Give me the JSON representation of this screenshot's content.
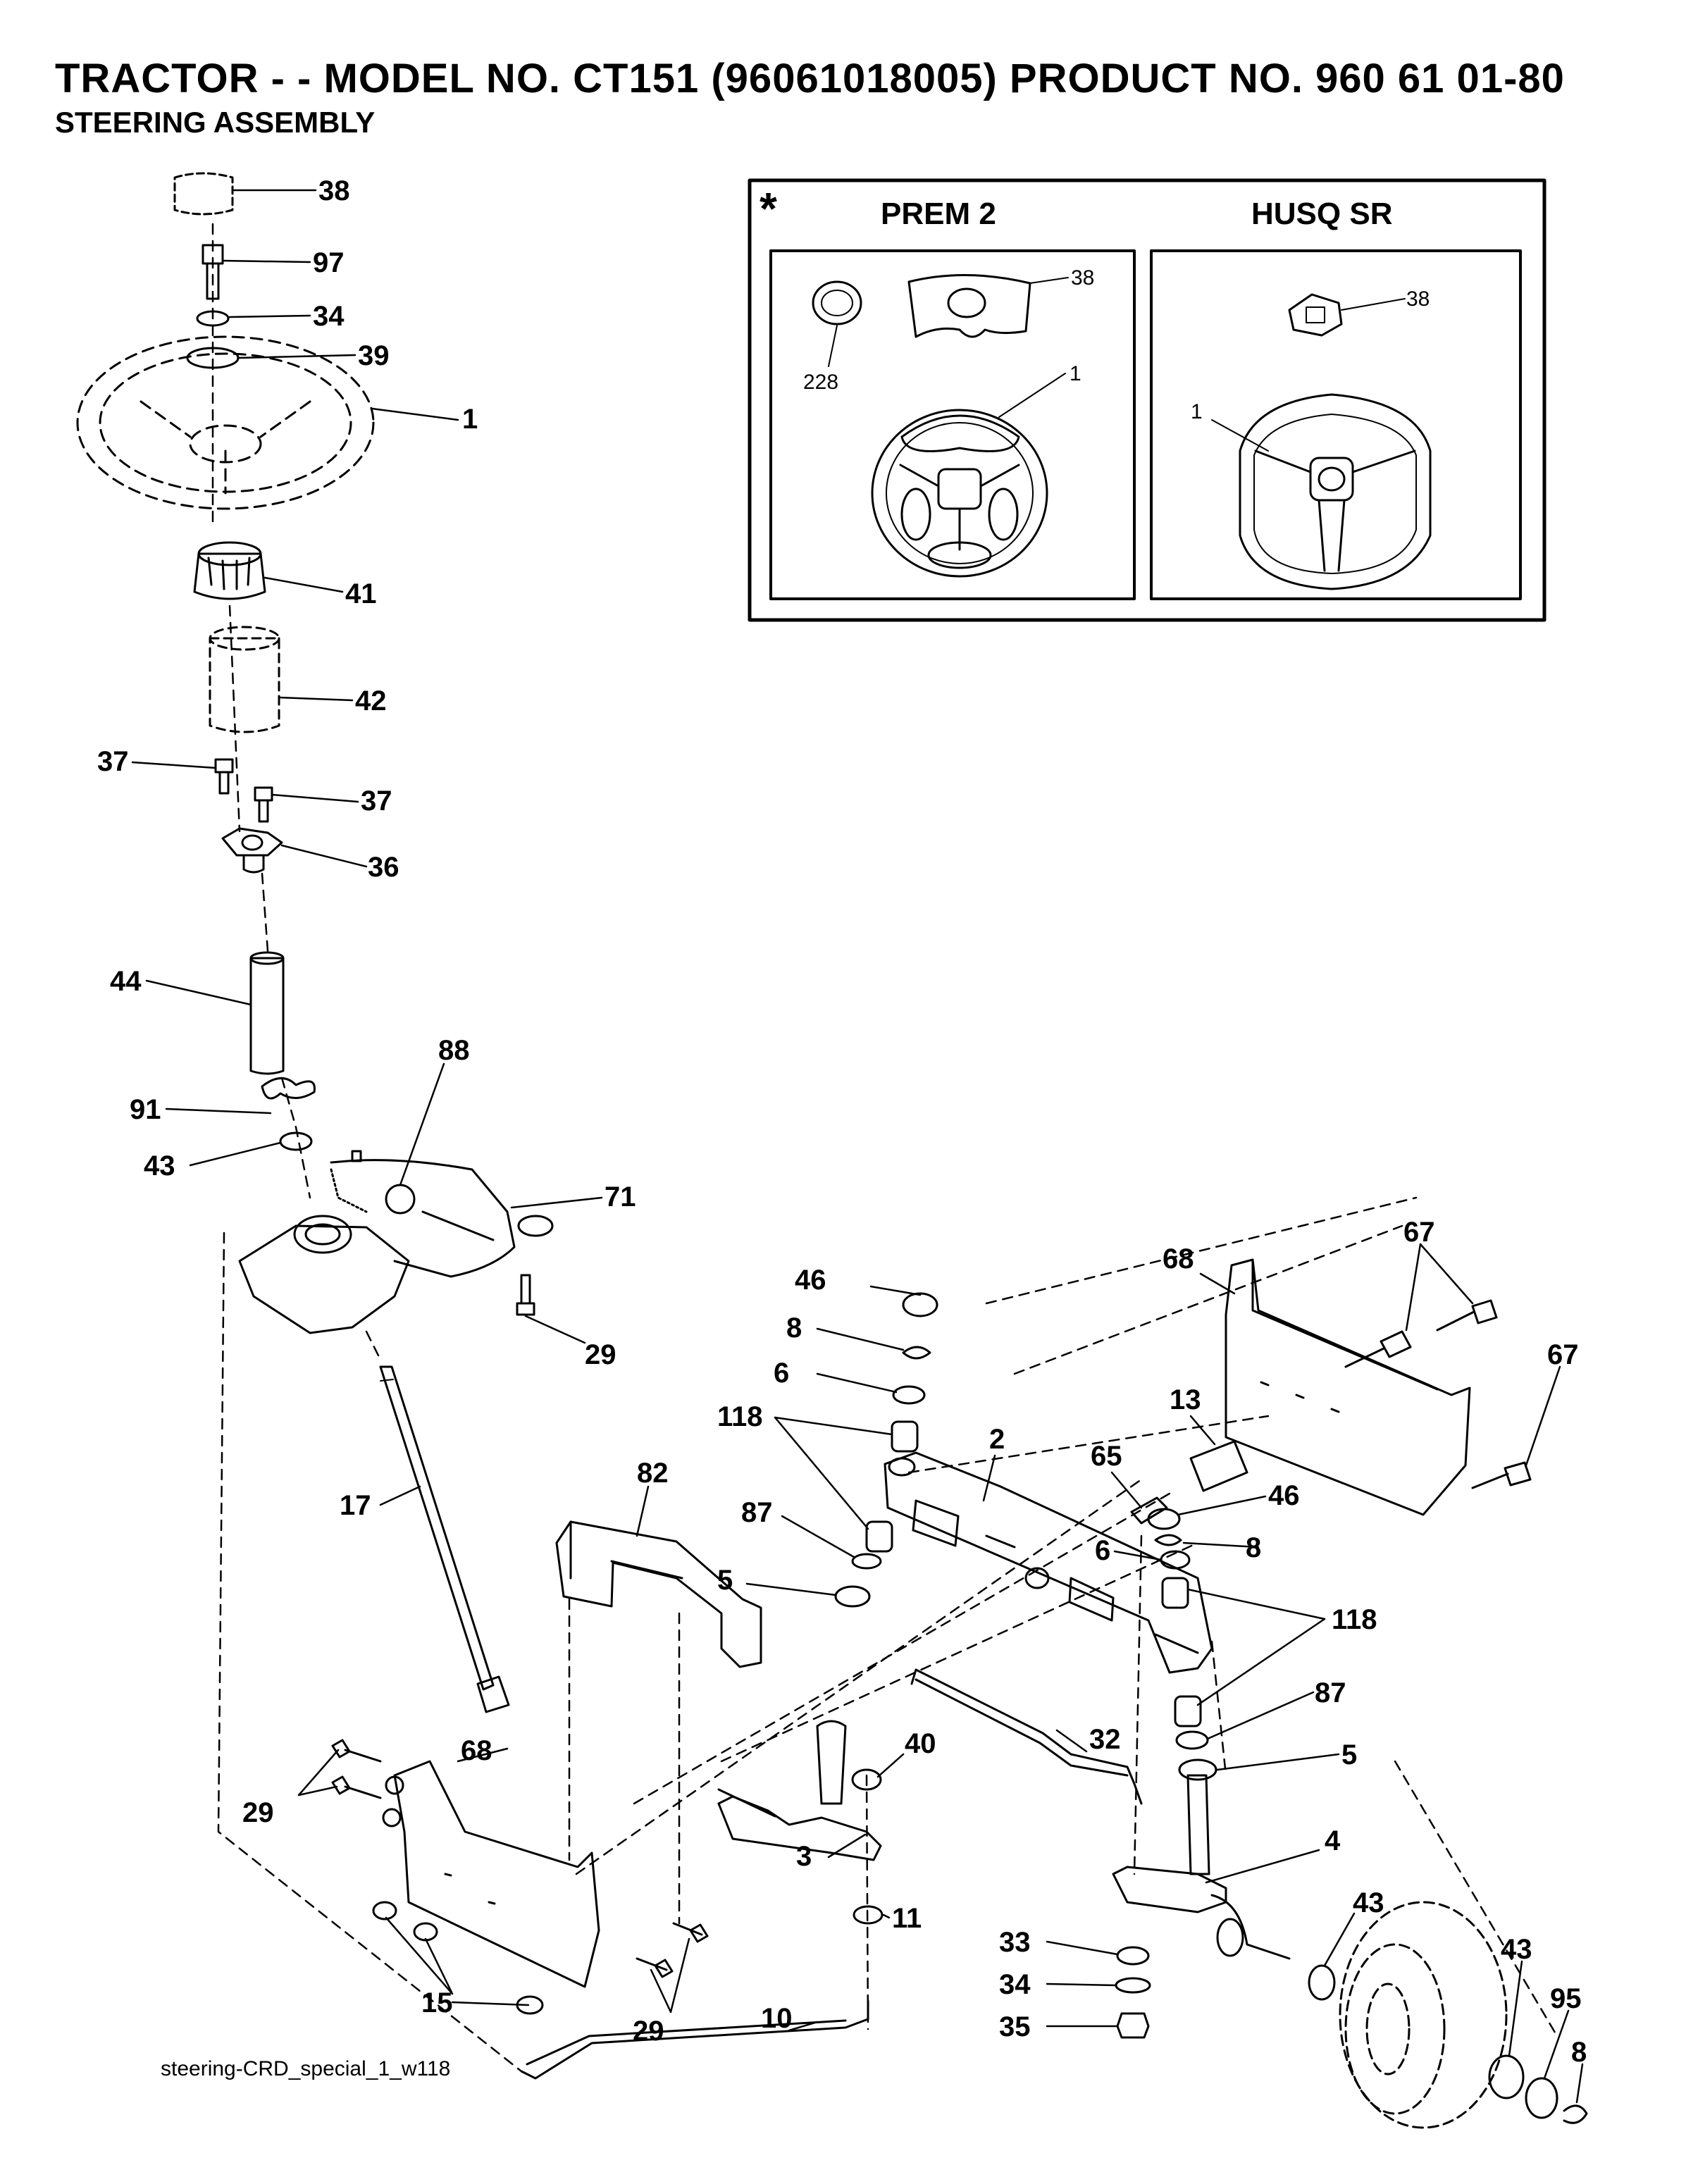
{
  "header": {
    "title": "TRACTOR - - MODEL NO. CT151 (96061018005) PRODUCT NO. 960 61 01-80",
    "subtitle": "STEERING ASSEMBLY"
  },
  "footer": {
    "drawing_id": "steering-CRD_special_1_w118"
  },
  "inset": {
    "asterisk": "*",
    "left_panel": {
      "title": "PREM 2",
      "callouts": [
        "38",
        "228",
        "1"
      ]
    },
    "right_panel": {
      "title": "HUSQ SR",
      "callouts": [
        "38",
        "1"
      ]
    }
  },
  "callouts": [
    "38",
    "97",
    "34",
    "39",
    "1",
    "41",
    "42",
    "37",
    "37",
    "36",
    "44",
    "88",
    "91",
    "43",
    "71",
    "29",
    "17",
    "82",
    "68",
    "29",
    "15",
    "29",
    "10",
    "46",
    "8",
    "6",
    "118",
    "87",
    "5",
    "2",
    "65",
    "13",
    "46",
    "6",
    "8",
    "118",
    "87",
    "5",
    "68",
    "67",
    "67",
    "40",
    "32",
    "3",
    "11",
    "4",
    "43",
    "33",
    "34",
    "35",
    "43",
    "95",
    "8"
  ]
}
